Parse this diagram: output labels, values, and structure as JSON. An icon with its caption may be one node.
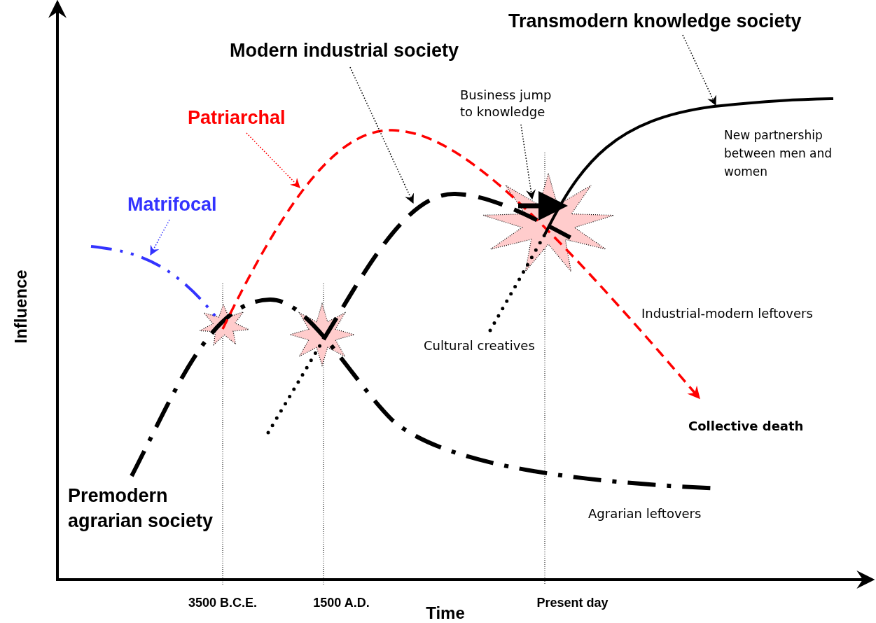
{
  "diagram": {
    "nodes": [
      {
        "text": [
          "Transmodern knowledge society"
        ]
      },
      {
        "text": [
          "Modern industrial society"
        ]
      },
      {
        "text": [
          "Business jump to knowledge"
        ]
      },
      {
        "text": [
          "Patriarchal"
        ]
      },
      {
        "text": [
          "Matrifocal"
        ]
      }
    ],
    "edges": [
      {
        "from": 0,
        "to": null,
        "arrow": "to"
      },
      {
        "from": 1,
        "to": null,
        "arrow": "to"
      },
      {
        "from": 2,
        "to": null,
        "arrow": "to"
      },
      {
        "from": 3,
        "to": null,
        "arrow": "to",
        "color": "#ff0000"
      },
      {
        "from": 4,
        "to": null,
        "arrow": "to",
        "color": "#3333ff"
      }
    ],
    "labels": [
      "New partnership between men and women",
      "Industrial-modern leftovers",
      "Cultural creatives",
      "Collective death",
      "Premodern agrarian society",
      "Agrarian leftovers",
      "Influence",
      "3500 B.C.E.",
      "1500 A.D.",
      "Present day",
      "Time"
    ]
  }
}
